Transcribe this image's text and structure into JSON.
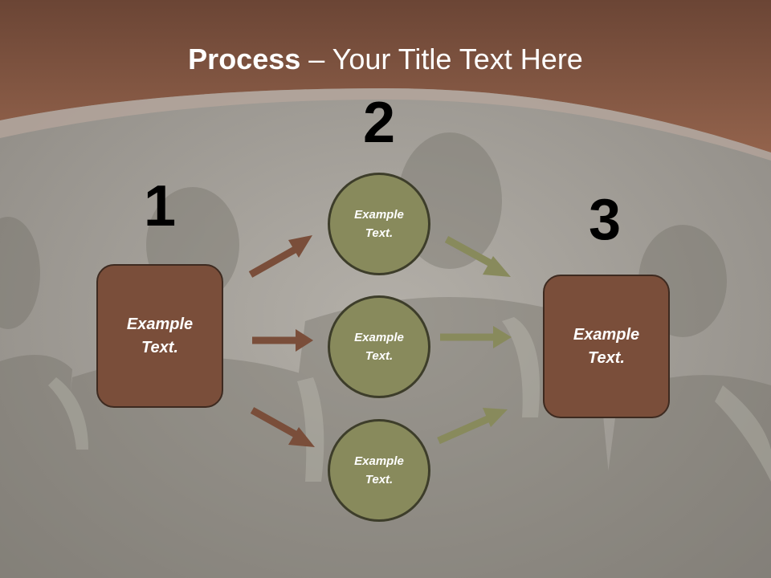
{
  "slide": {
    "title_bold": "Process",
    "title_rest": " – Your Title Text Here"
  },
  "steps": [
    {
      "number": "1",
      "label_line1": "Example",
      "label_line2": "Text."
    },
    {
      "number": "2"
    },
    {
      "number": "3",
      "label_line1": "Example",
      "label_line2": "Text."
    }
  ],
  "circles": [
    {
      "label_line1": "Example",
      "label_line2": "Text."
    },
    {
      "label_line1": "Example",
      "label_line2": "Text."
    },
    {
      "label_line1": "Example",
      "label_line2": "Text."
    }
  ],
  "colors": {
    "header_brown": "#8a5a45",
    "box_fill": "#7a4e3a",
    "circle_fill": "#888a5c",
    "arrow_brown": "#7a4e3a",
    "arrow_olive": "#888a5c"
  }
}
